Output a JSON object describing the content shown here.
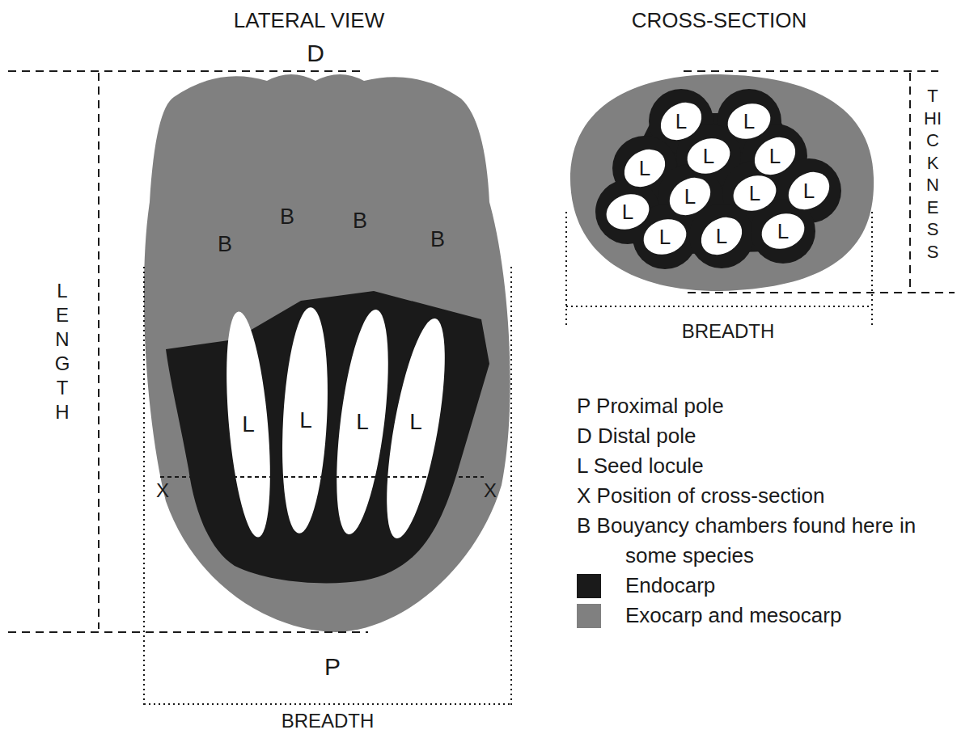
{
  "diagram": {
    "labels": [
      "LATERAL VIEW",
      "CROSS-SECTION",
      "D",
      "LENGTH",
      "B",
      "B",
      "B",
      "B",
      "L",
      "L",
      "L",
      "L",
      "X",
      "X",
      "P",
      "BREADTH",
      "L",
      "L",
      "L",
      "L",
      "L",
      "L",
      "L",
      "L",
      "L",
      "L",
      "L",
      "L",
      "THICKNESS",
      "BREADTH"
    ],
    "legend": [
      {
        "text": "P Proximal pole"
      },
      {
        "text": "D Distal pole"
      },
      {
        "text": "L Seed locule"
      },
      {
        "text": "X Position of cross-section"
      },
      {
        "text": "B Bouyancy chambers found here in some species"
      },
      {
        "text": "Endocarp",
        "color": "#1a1a1a"
      },
      {
        "text": "Exocarp and mesocarp",
        "color": "#808080"
      }
    ]
  }
}
